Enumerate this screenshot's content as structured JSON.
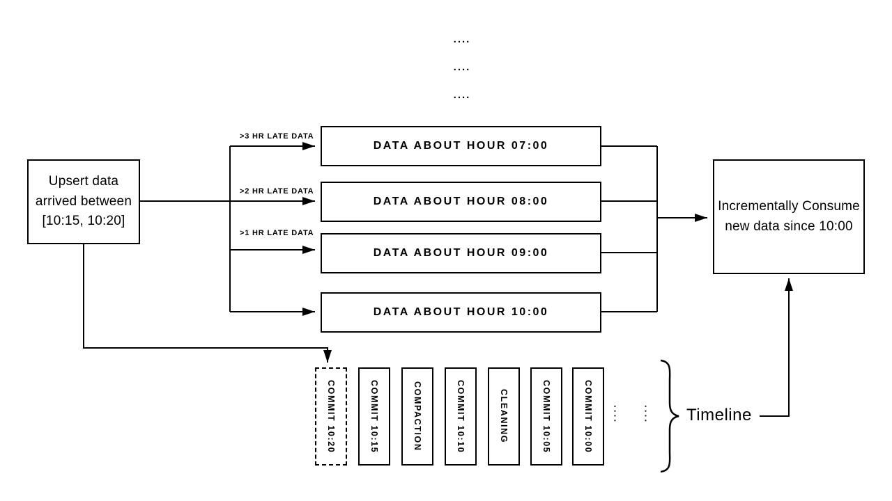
{
  "diagram": {
    "ink_color": "#000000",
    "background_color": "#ffffff",
    "top_ellipsis": {
      "rows": [
        "....",
        "....",
        "...."
      ]
    },
    "upsert_box": {
      "text": "Upsert data\narrived between\n[10:15, 10:20]"
    },
    "late_arrow_labels": [
      ">3 HR LATE DATA",
      ">2 HR LATE DATA",
      ">1 HR LATE DATA"
    ],
    "data_boxes": [
      "DATA ABOUT HOUR 07:00",
      "DATA ABOUT HOUR 08:00",
      "DATA ABOUT HOUR 09:00",
      "DATA ABOUT HOUR 10:00"
    ],
    "consume_box": {
      "text": "Incrementally Consume\nnew data since 10:00"
    },
    "timeline": {
      "entries": [
        {
          "label": "COMMIT 10:20",
          "style": "dashed"
        },
        {
          "label": "COMMIT 10:15",
          "style": "solid"
        },
        {
          "label": "COMPACTION",
          "style": "solid"
        },
        {
          "label": "COMMIT 10:10",
          "style": "solid"
        },
        {
          "label": "CLEANING",
          "style": "solid"
        },
        {
          "label": "COMMIT 10:05",
          "style": "solid"
        },
        {
          "label": "COMMIT 10:00",
          "style": "solid"
        }
      ],
      "ellipsis": [
        "····",
        "····"
      ],
      "brace_label": "Timeline"
    }
  }
}
